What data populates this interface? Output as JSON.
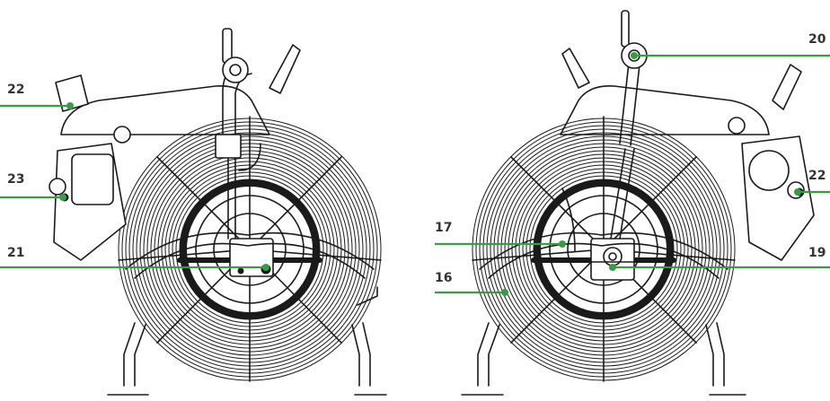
{
  "callouts": {
    "left": [
      {
        "label": "22"
      },
      {
        "label": "23"
      },
      {
        "label": "21"
      }
    ],
    "right": [
      {
        "label": "20"
      },
      {
        "label": "17"
      },
      {
        "label": "16"
      },
      {
        "label": "22"
      },
      {
        "label": "19"
      }
    ]
  },
  "colors": {
    "leader": "#3a9a46",
    "label": "#333333",
    "drawing": "#1a1a1a"
  }
}
